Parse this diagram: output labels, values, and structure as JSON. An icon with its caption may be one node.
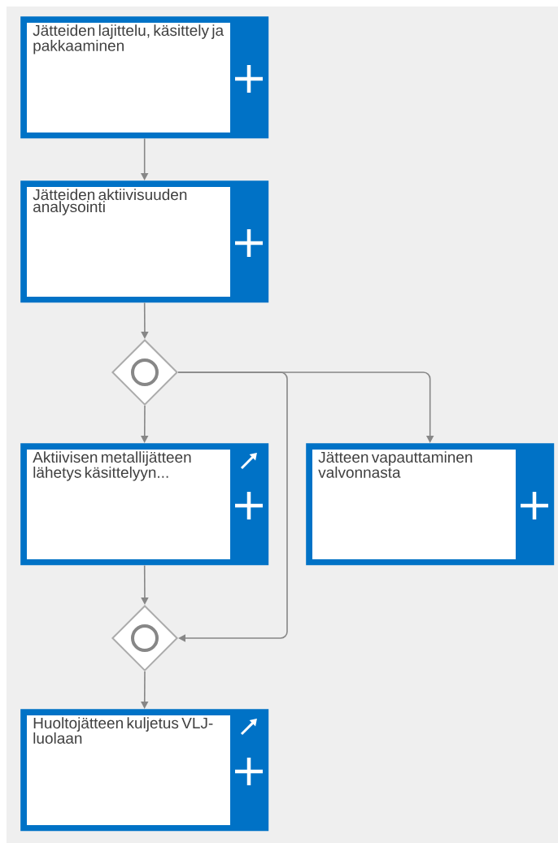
{
  "diagram": {
    "nodes": [
      {
        "text": [
          "Jätteiden lajittelu, käsittely ja pakkaaminen"
        ]
      },
      {
        "text": [
          "Jätteiden aktiivisuuden analysointi"
        ]
      },
      {
        "text": [],
        "shape": "diamond"
      },
      {
        "text": [
          "Aktiivisen metallijätteen lähetys käsittelyyn..."
        ]
      },
      {
        "text": [
          "Jätteen vapauttaminen valvonnasta"
        ]
      },
      {
        "text": [],
        "shape": "diamond"
      },
      {
        "text": [
          "Huoltojätteen kuljetus VLJ-luolaan"
        ]
      }
    ],
    "edges": [
      {
        "from": 0,
        "to": 1,
        "arrow": "to"
      },
      {
        "from": 1,
        "to": 2,
        "arrow": "to"
      },
      {
        "from": 2,
        "to": 3,
        "arrow": "to"
      },
      {
        "from": 2,
        "to": 4,
        "arrow": "to"
      },
      {
        "from": 2,
        "to": 5,
        "arrow": "to"
      },
      {
        "from": 3,
        "to": 5,
        "arrow": "to"
      },
      {
        "from": 5,
        "to": 6,
        "arrow": "to"
      }
    ]
  }
}
